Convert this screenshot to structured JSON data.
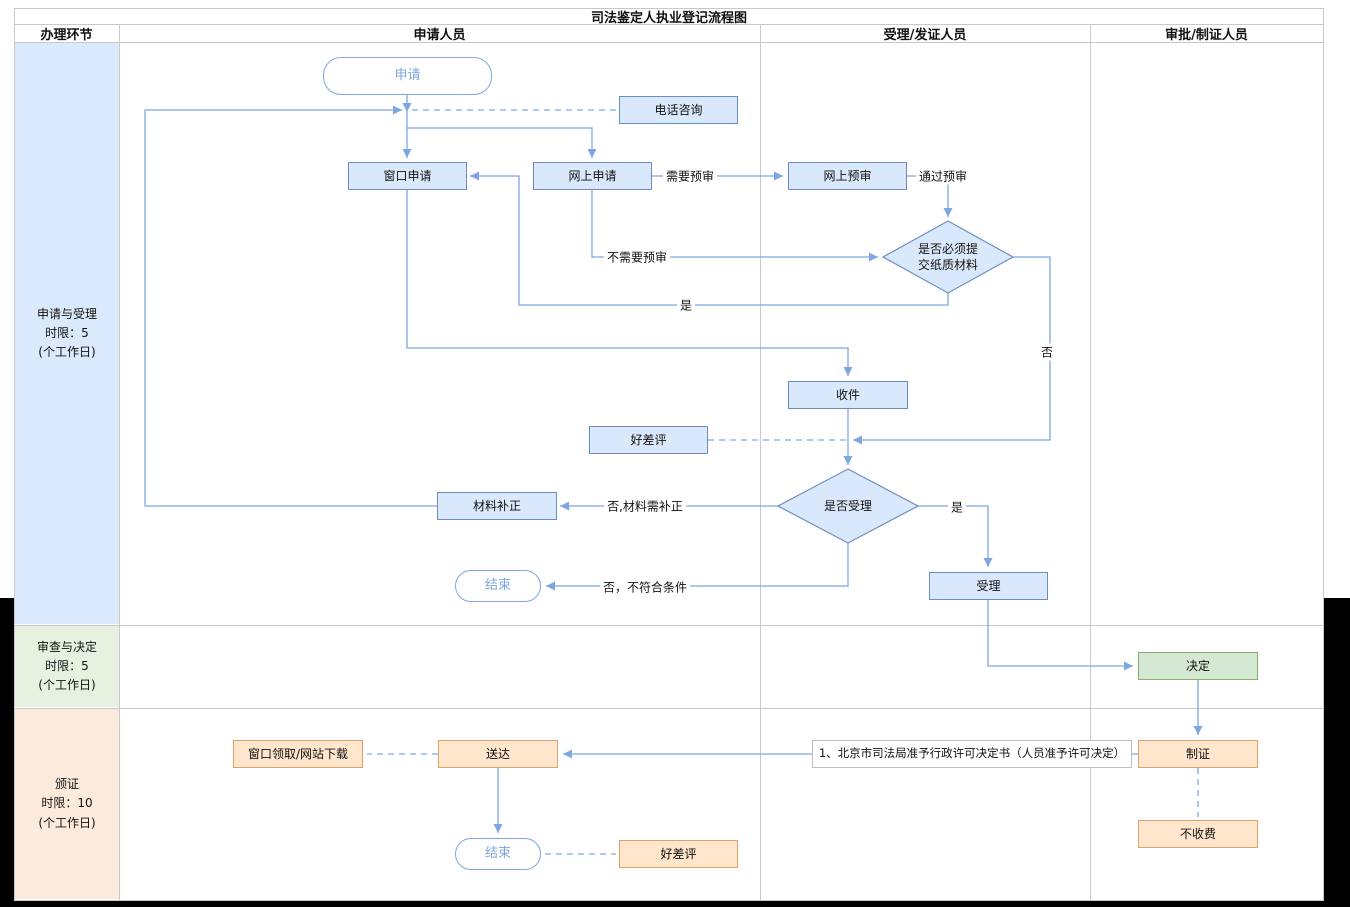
{
  "title": "司法鉴定人执业登记流程图",
  "header": {
    "col_stage": "办理环节",
    "col_applicant": "申请人员",
    "col_acceptor": "受理/发证人员",
    "col_approver": "审批/制证人员"
  },
  "lanes": {
    "apply_accept": "申请与受理\n时限：5\n(个工作日)",
    "review_decide": "审查与决定\n时限：5\n(个工作日)",
    "issue_cert": "颁证\n时限：10\n(个工作日)"
  },
  "nodes": {
    "apply": "申请",
    "phone_consult": "电话咨询",
    "window_apply": "窗口申请",
    "online_apply": "网上申请",
    "online_preview": "网上预审",
    "need_paper": "是否必须提\n交纸质材料",
    "receive": "收件",
    "review_top": "好差评",
    "accept_check": "是否受理",
    "material_fix": "材料补正",
    "end_top": "结束",
    "accept": "受理",
    "decide": "决定",
    "make_cert": "制证",
    "no_fee": "不收费",
    "decision_letter": "1、北京市司法局准予行政许可决定书（人员准予许可决定）",
    "deliver": "送达",
    "pickup": "窗口领取/网站下载",
    "end_bottom": "结束",
    "review_bottom": "好差评"
  },
  "edge_labels": {
    "need_preview": "需要预审",
    "pass_preview": "通过预审",
    "no_need_preview": "不需要预审",
    "yes_paper": "是",
    "no_paper": "否",
    "no_fix": "否,材料需补正",
    "no_reject": "否，不符合条件",
    "yes_accept": "是"
  },
  "colors": {
    "blue_fill": "#dae8fc",
    "blue_stroke": "#6c8ebf",
    "blue_lane": "#dbe9fc",
    "green_fill": "#d5e8d4",
    "green_stroke": "#82b366",
    "green_lane": "#e6f2df",
    "orange_fill": "#ffe6cc",
    "orange_stroke": "#d7a36b",
    "orange_lane": "#fcebdd",
    "line": "#7ea6e0"
  }
}
